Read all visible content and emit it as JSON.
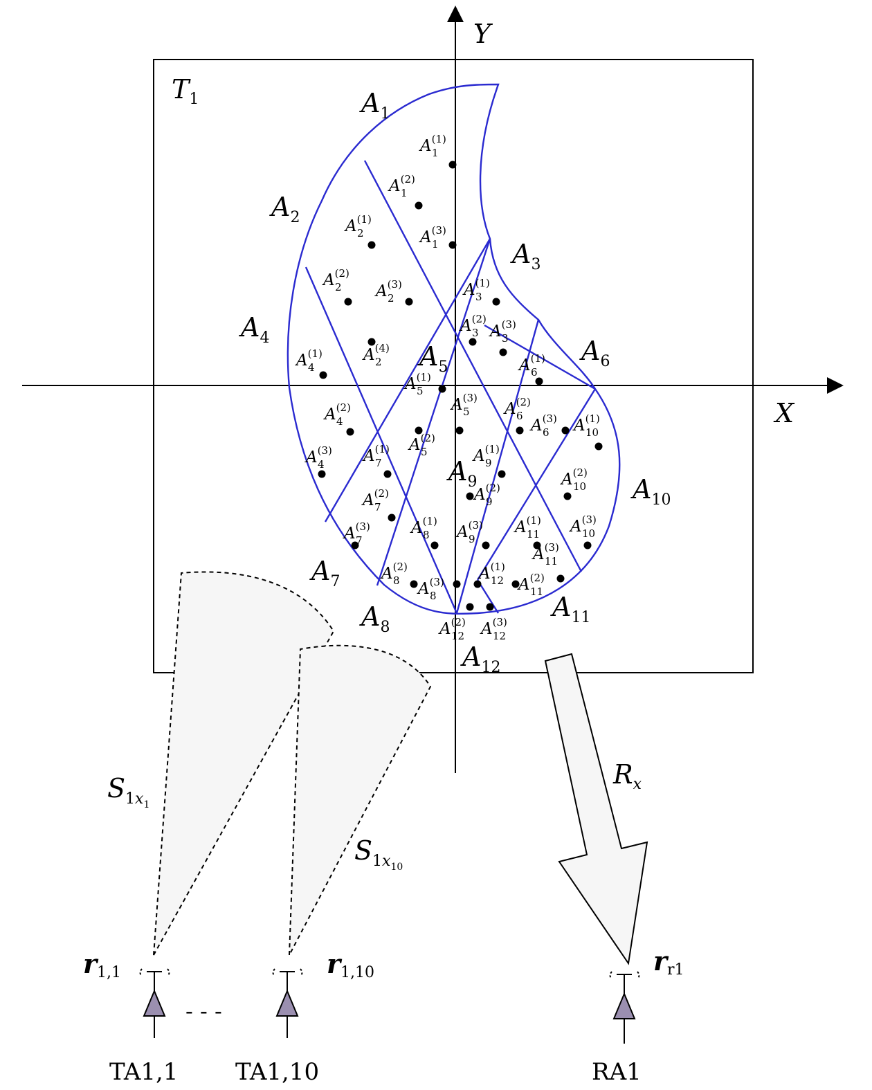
{
  "axes": {
    "x": "X",
    "y": "Y"
  },
  "target_label": {
    "base": "T",
    "sub": "1"
  },
  "regions": [
    {
      "base": "A",
      "sub": "1"
    },
    {
      "base": "A",
      "sub": "2"
    },
    {
      "base": "A",
      "sub": "3"
    },
    {
      "base": "A",
      "sub": "4"
    },
    {
      "base": "A",
      "sub": "5"
    },
    {
      "base": "A",
      "sub": "6"
    },
    {
      "base": "A",
      "sub": "7"
    },
    {
      "base": "A",
      "sub": "8"
    },
    {
      "base": "A",
      "sub": "9"
    },
    {
      "base": "A",
      "sub": "10"
    },
    {
      "base": "A",
      "sub": "11"
    },
    {
      "base": "A",
      "sub": "12"
    }
  ],
  "points": [
    {
      "sub": "1",
      "sup": "(1)"
    },
    {
      "sub": "1",
      "sup": "(2)"
    },
    {
      "sub": "1",
      "sup": "(3)"
    },
    {
      "sub": "2",
      "sup": "(1)"
    },
    {
      "sub": "2",
      "sup": "(2)"
    },
    {
      "sub": "2",
      "sup": "(3)"
    },
    {
      "sub": "2",
      "sup": "(4)"
    },
    {
      "sub": "3",
      "sup": "(1)"
    },
    {
      "sub": "3",
      "sup": "(2)"
    },
    {
      "sub": "3",
      "sup": "(3)"
    },
    {
      "sub": "4",
      "sup": "(1)"
    },
    {
      "sub": "4",
      "sup": "(2)"
    },
    {
      "sub": "4",
      "sup": "(3)"
    },
    {
      "sub": "5",
      "sup": "(1)"
    },
    {
      "sub": "5",
      "sup": "(2)"
    },
    {
      "sub": "5",
      "sup": "(3)"
    },
    {
      "sub": "6",
      "sup": "(1)"
    },
    {
      "sub": "6",
      "sup": "(2)"
    },
    {
      "sub": "6",
      "sup": "(3)"
    },
    {
      "sub": "7",
      "sup": "(1)"
    },
    {
      "sub": "7",
      "sup": "(2)"
    },
    {
      "sub": "7",
      "sup": "(3)"
    },
    {
      "sub": "8",
      "sup": "(1)"
    },
    {
      "sub": "8",
      "sup": "(2)"
    },
    {
      "sub": "8",
      "sup": "(3)"
    },
    {
      "sub": "9",
      "sup": "(1)"
    },
    {
      "sub": "9",
      "sup": "(2)"
    },
    {
      "sub": "9",
      "sup": "(3)"
    },
    {
      "sub": "10",
      "sup": "(1)"
    },
    {
      "sub": "10",
      "sup": "(2)"
    },
    {
      "sub": "10",
      "sup": "(3)"
    },
    {
      "sub": "11",
      "sup": "(1)"
    },
    {
      "sub": "11",
      "sup": "(2)"
    },
    {
      "sub": "11",
      "sup": "(3)"
    },
    {
      "sub": "12",
      "sup": "(1)"
    },
    {
      "sub": "12",
      "sup": "(2)"
    },
    {
      "sub": "12",
      "sup": "(3)"
    }
  ],
  "beams": [
    {
      "base": "S",
      "sub": "1",
      "subsub": "x",
      "subsubsub": "1"
    },
    {
      "base": "S",
      "sub": "1",
      "subsub": "x",
      "subsubsub": "10"
    }
  ],
  "receive_arrow": {
    "base": "R",
    "sub": "x"
  },
  "antennas": [
    {
      "name": "TA1,1",
      "pos_base": "r",
      "pos_sub": "1,1"
    },
    {
      "name": "TA1,10",
      "pos_base": "r",
      "pos_sub": "1,10"
    },
    {
      "name": "RA1",
      "pos_base": "r",
      "pos_sub": "r1"
    }
  ],
  "ellipsis": "- - -",
  "colors": {
    "outline": "#2a2ad0",
    "antenna_fill": "#9b8fb0",
    "beam_fill": "#f6f6f6",
    "line": "#000000"
  }
}
